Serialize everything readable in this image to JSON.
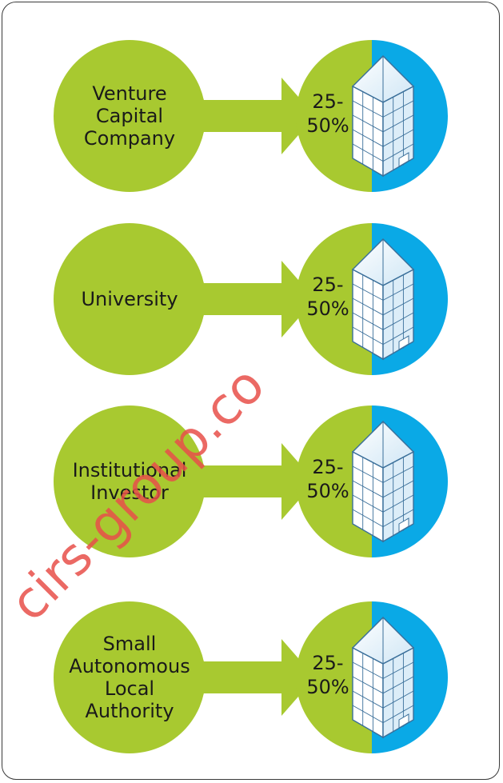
{
  "rows": [
    {
      "label_lines": [
        "Venture",
        "Capital",
        "Company"
      ],
      "percent_lines": [
        "25-",
        "50%"
      ]
    },
    {
      "label_lines": [
        "University"
      ],
      "percent_lines": [
        "25-",
        "50%"
      ]
    },
    {
      "label_lines": [
        "Institutional",
        "Investor"
      ],
      "percent_lines": [
        "25-",
        "50%"
      ]
    },
    {
      "label_lines": [
        "Small",
        "Autonomous",
        "Local",
        "Authority"
      ],
      "percent_lines": [
        "25-",
        "50%"
      ]
    }
  ],
  "watermark_text": "cirs-group.co",
  "colors": {
    "green": "#a8c930",
    "blue": "#0aa9e6",
    "frame": "#3a3a3a",
    "building_line": "#3a6f9a",
    "building_fill": "#e7f3fb",
    "watermark": "#e8504a"
  },
  "icons": [
    "building-icon",
    "arrow-icon"
  ]
}
